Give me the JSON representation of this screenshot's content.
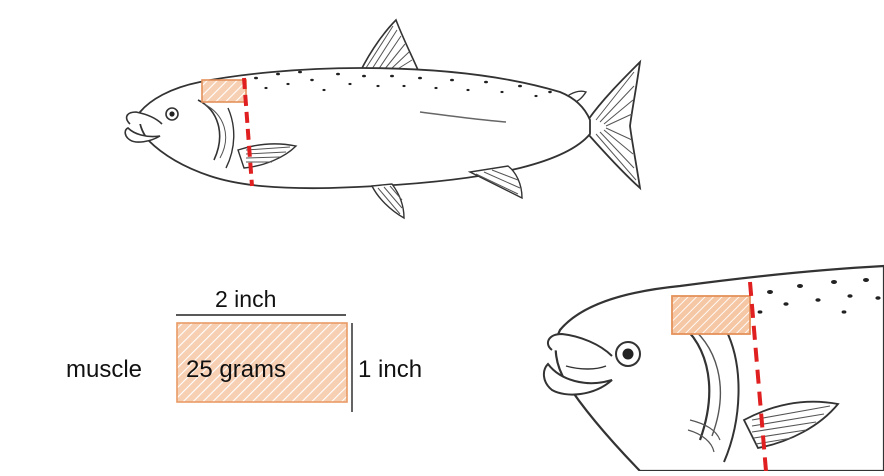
{
  "diagram": {
    "sample_dimensions": {
      "width_label": "2 inch",
      "height_label": "1 inch",
      "weight_label": "25 grams",
      "tissue_label": "muscle"
    },
    "colors": {
      "sample_fill": "#f6c9a8",
      "sample_stroke": "#e79a66",
      "cut_line": "#e02020",
      "outline": "#333333"
    }
  }
}
